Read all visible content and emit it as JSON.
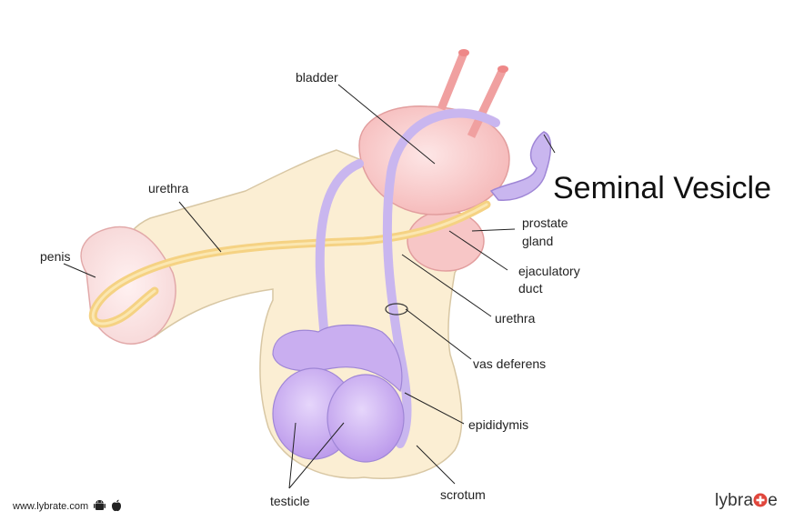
{
  "title": "Seminal Vesicle",
  "labels": {
    "bladder": "bladder",
    "urethra_top": "urethra",
    "penis": "penis",
    "prostate_line1": "prostate",
    "prostate_line2": "gland",
    "ejaculatory_line1": "ejaculatory",
    "ejaculatory_line2": "duct",
    "urethra_right": "urethra",
    "vas_deferens": "vas deferens",
    "epididymis": "epididymis",
    "testicle": "testicle",
    "scrotum": "scrotum"
  },
  "footer": {
    "website": "www.lybrate.com",
    "android_icon": "android-icon",
    "apple_icon": "apple-icon",
    "logo_text_a": "lybra",
    "logo_text_b": "e"
  },
  "colors": {
    "skin": "#fbeed3",
    "skin_outline": "#d8c7a4",
    "bladder": "#f8c9c9",
    "urethra": "#f6d989",
    "vas": "#c9b6ef",
    "testicle": "#c6a6ef",
    "logo_accent": "#e0463c"
  }
}
